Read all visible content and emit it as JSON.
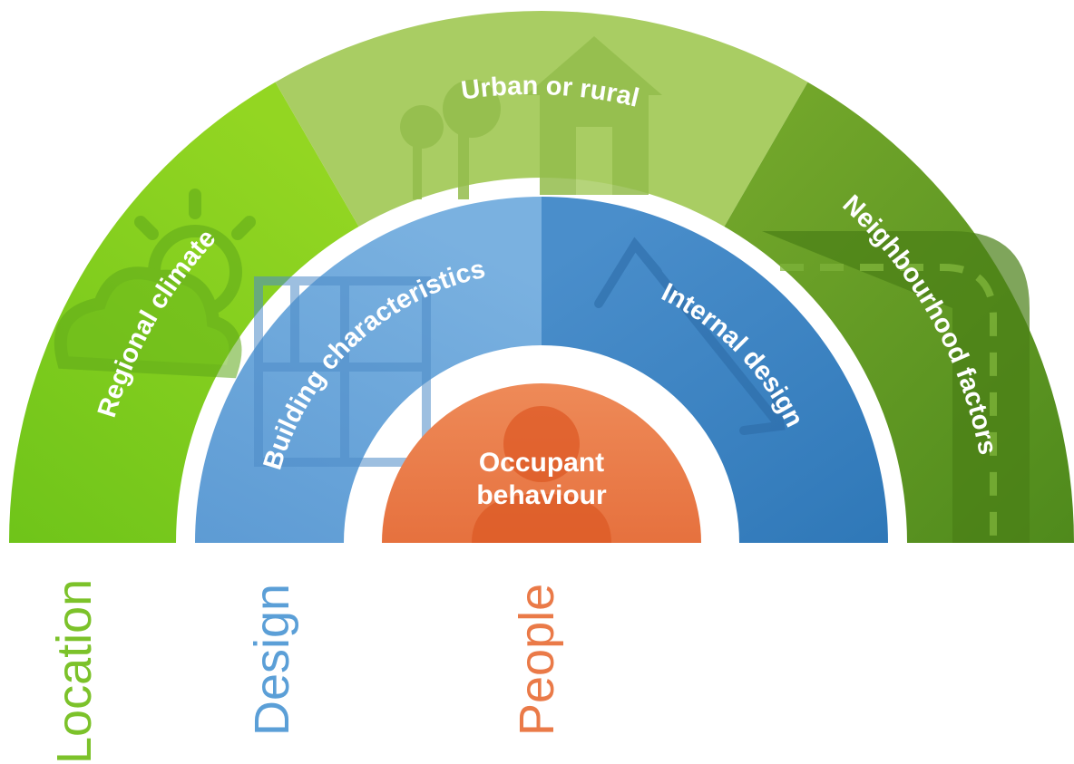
{
  "outer_ring": {
    "segments": [
      {
        "label": "Regional climate",
        "color": "#7ed321",
        "icon": "sun-cloud-icon"
      },
      {
        "label": "Urban or rural",
        "color": "#a8cc62",
        "icon": "house-tree-icon"
      },
      {
        "label": "Neighbourhood factors",
        "color": "#5e9a24",
        "icon": "road-icon"
      }
    ]
  },
  "middle_ring": {
    "segments": [
      {
        "label": "Building characteristics",
        "color": "#6ea7da",
        "icon": "floorplan-icon"
      },
      {
        "label": "Internal design",
        "color": "#3f86c3",
        "icon": "dimension-arrow-icon"
      }
    ]
  },
  "center": {
    "line1": "Occupant",
    "line2": "behaviour",
    "color": "#ea7a48",
    "icon": "person-icon"
  },
  "categories": [
    {
      "label": "Location",
      "color": "#7cc22a"
    },
    {
      "label": "Design",
      "color": "#5b9fd7"
    },
    {
      "label": "People",
      "color": "#ea7a48"
    }
  ]
}
